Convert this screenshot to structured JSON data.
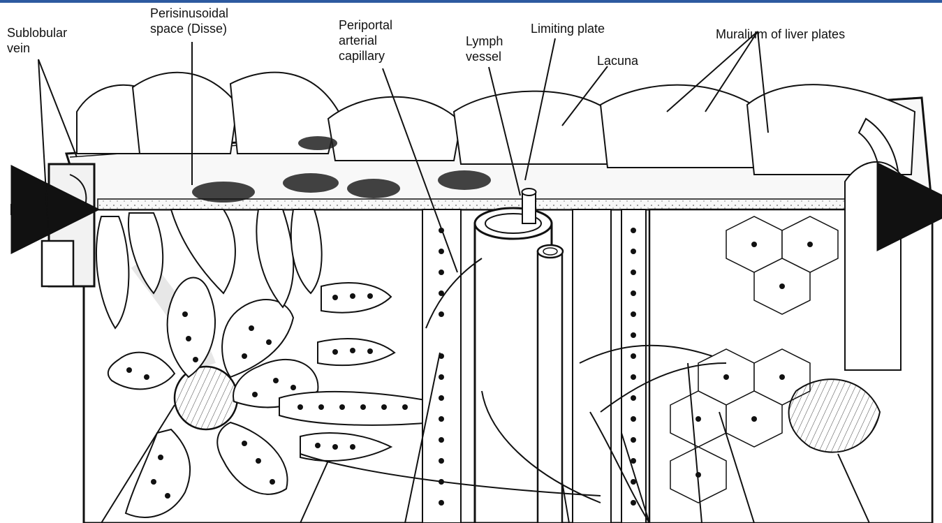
{
  "colors": {
    "ink": "#111111",
    "paper": "#ffffff",
    "accent_top": "#2d5aa0",
    "shade": "#d9d9d9"
  },
  "labels": {
    "sublobular_vein": "Sublobular\nvein",
    "perisinusoidal_space": "Perisinusoidal\nspace (Disse)",
    "periportal_arterial_capillary": "Periportal\narterial\ncapillary",
    "lymph_vessel": "Lymph\nvessel",
    "limiting_plate": "Limiting plate",
    "lacuna": "Lacuna",
    "muralium": "Muralium of liver plates"
  }
}
